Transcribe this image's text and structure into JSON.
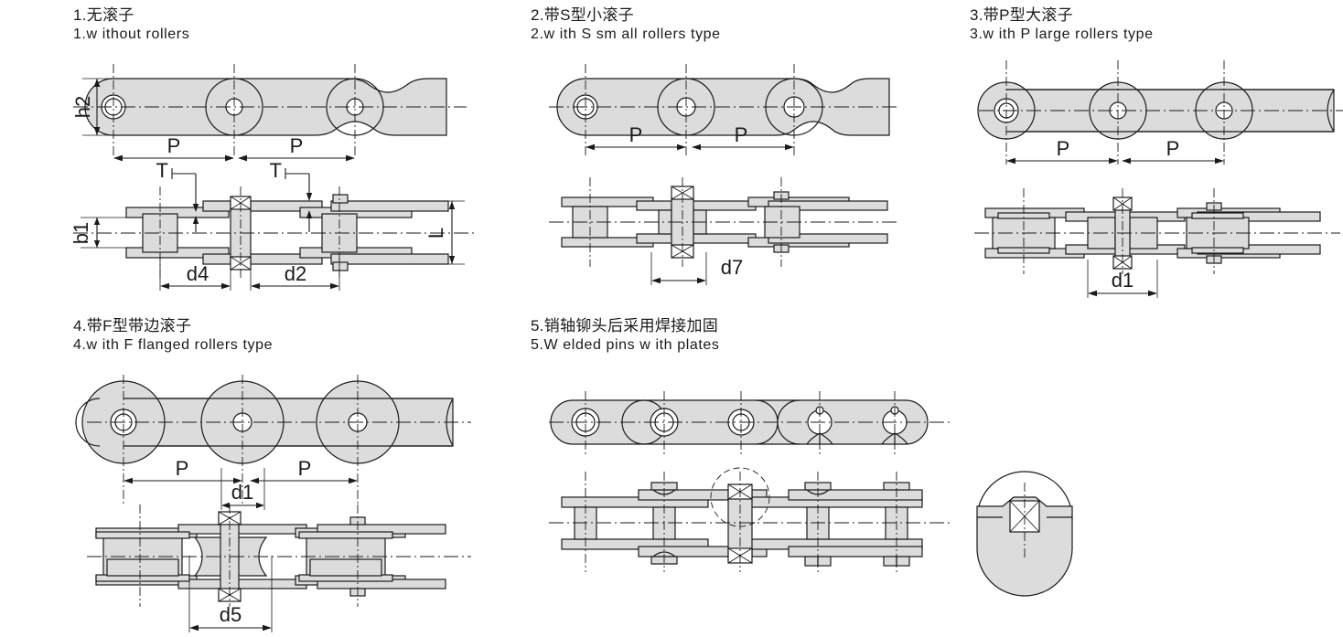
{
  "page": {
    "title": "Conveyor chain types technical drawing",
    "background_color": "#ffffff",
    "line_color": "#1a1a1a",
    "part_fill_color": "#dcdcdc"
  },
  "figures": [
    {
      "id": "fig1",
      "number": "1.",
      "title_cn": "1.无滚子",
      "title_en": "1.w ithout rollers",
      "views": [
        "side",
        "plan"
      ],
      "dimension_labels": [
        "h2",
        "P",
        "P",
        "T",
        "T",
        "b1",
        "L",
        "d4",
        "d2"
      ]
    },
    {
      "id": "fig2",
      "number": "2.",
      "title_cn": "2.带S型小滚子",
      "title_en": "2.w ith S sm all rollers type",
      "views": [
        "side",
        "plan"
      ],
      "dimension_labels": [
        "P",
        "P",
        "d7"
      ]
    },
    {
      "id": "fig3",
      "number": "3.",
      "title_cn": "3.带P型大滚子",
      "title_en": "3.w ith P  large rollers type",
      "views": [
        "side",
        "plan"
      ],
      "dimension_labels": [
        "P",
        "P",
        "d1"
      ]
    },
    {
      "id": "fig4",
      "number": "4.",
      "title_cn": "4.带F型带边滚子",
      "title_en": "4.w ith F  flanged rollers type",
      "views": [
        "side",
        "plan"
      ],
      "dimension_labels": [
        "P",
        "P",
        "d1",
        "d5"
      ]
    },
    {
      "id": "fig5",
      "number": "5.",
      "title_cn": "5.销轴铆头后采用焊接加固",
      "title_en": "5.W elded pins w ith plates",
      "views": [
        "side",
        "plan",
        "detail-circle"
      ],
      "dimension_labels": []
    }
  ],
  "labels": {
    "h2": "h2",
    "b1": "b1",
    "L": "L",
    "T": "T",
    "P": "P",
    "d1": "d1",
    "d2": "d2",
    "d4": "d4",
    "d5": "d5",
    "d7": "d7"
  }
}
